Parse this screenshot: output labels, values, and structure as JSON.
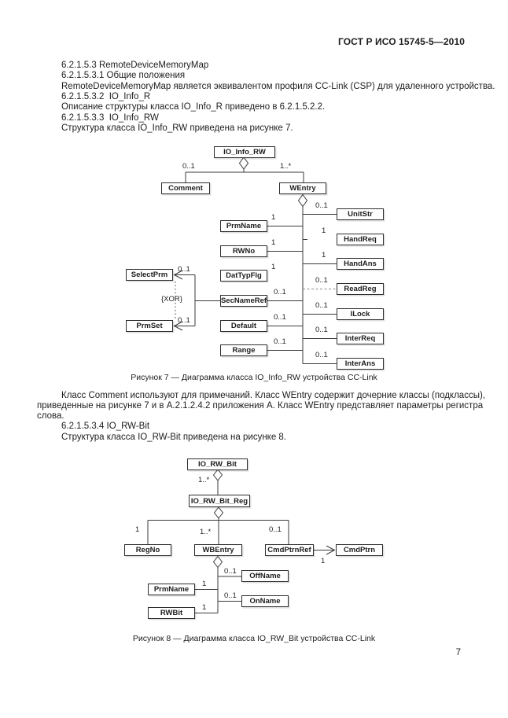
{
  "header": {
    "title": "ГОСТ Р ИСО 15745-5—2010"
  },
  "footer": {
    "page_number": "7"
  },
  "body": {
    "block1": [
      "6.2.1.5.3 RemoteDeviceMemoryMap",
      "6.2.1.5.3.1 Общие положения",
      "RemoteDeviceMemoryMap является эквивалентом профиля CC-Link (CSP) для удаленного устройства.",
      "6.2.1.5.3.2  IO_Info_R",
      "Описание структуры класса IO_Info_R приведено в 6.2.1.5.2.2.",
      "6.2.1.5.3.3  IO_Info_RW",
      "Структура класса IO_Info_RW приведена на рисунке 7."
    ],
    "block2": [
      "Класс Comment используют для примечаний. Класс WEntry содержит дочерние классы (подклассы),",
      "приведенные на рисунке 7 и в А.2.1.2.4.2 приложения А. Класс WEntry представляет параметры регистра",
      "слова.",
      "6.2.1.5.3.4 IO_RW-Bit",
      "Структура класса IO_RW-Bit приведена на рисунке 8."
    ]
  },
  "fig7": {
    "type": "uml-class-diagram",
    "caption": "Рисунок 7 — Диаграмма класса IO_Info_RW устройства CC-Link",
    "boxes": {
      "io_info_rw": "IO_Info_RW",
      "comment": "Comment",
      "wentry": "WEntry",
      "prmname": "PrmName",
      "rwno": "RWNo",
      "dattypflg": "DatTypFlg",
      "secnameref": "SecNameRef",
      "default": "Default",
      "range": "Range",
      "selectprm": "SelectPrm",
      "prmset": "PrmSet",
      "unitstr": "UnitStr",
      "handreq": "HandReq",
      "handans": "HandAns",
      "readreg": "ReadReg",
      "ilock": "ILock",
      "interreq": "InterReq",
      "interans": "InterAns"
    },
    "constraint": "{XOR}",
    "mult": {
      "comment": "0..1",
      "wentry": "1..*",
      "prmname": "1",
      "rwno": "1",
      "dattypflg": "1",
      "secnameref": "0..1",
      "default": "0..1",
      "range": "0..1",
      "unitstr": "0..1",
      "handreq": "1",
      "handans": "1",
      "readreg": "0..1",
      "ilock": "0..1",
      "interreq": "0..1",
      "interans": "0..1",
      "selectprm": "0..1",
      "prmset": "0..1"
    },
    "relations": [
      {
        "from": "IO_Info_RW",
        "to": "Comment",
        "kind": "aggregation",
        "mult": "0..1"
      },
      {
        "from": "IO_Info_RW",
        "to": "WEntry",
        "kind": "aggregation",
        "mult": "1..*"
      },
      {
        "from": "WEntry",
        "to": "PrmName",
        "kind": "aggregation",
        "mult": "1"
      },
      {
        "from": "WEntry",
        "to": "RWNo",
        "kind": "aggregation",
        "mult": "1"
      },
      {
        "from": "WEntry",
        "to": "DatTypFlg",
        "kind": "aggregation",
        "mult": "1"
      },
      {
        "from": "WEntry",
        "to": "SecNameRef",
        "kind": "aggregation",
        "mult": "0..1"
      },
      {
        "from": "WEntry",
        "to": "Default",
        "kind": "aggregation",
        "mult": "0..1"
      },
      {
        "from": "WEntry",
        "to": "Range",
        "kind": "aggregation",
        "mult": "0..1"
      },
      {
        "from": "WEntry",
        "to": "UnitStr",
        "kind": "aggregation",
        "mult": "0..1"
      },
      {
        "from": "WEntry",
        "to": "HandReq",
        "kind": "aggregation",
        "mult": "1"
      },
      {
        "from": "WEntry",
        "to": "HandAns",
        "kind": "aggregation",
        "mult": "1"
      },
      {
        "from": "WEntry",
        "to": "ReadReg",
        "kind": "aggregation",
        "mult": "0..1"
      },
      {
        "from": "WEntry",
        "to": "ILock",
        "kind": "aggregation",
        "mult": "0..1"
      },
      {
        "from": "WEntry",
        "to": "InterReq",
        "kind": "aggregation",
        "mult": "0..1"
      },
      {
        "from": "WEntry",
        "to": "InterAns",
        "kind": "aggregation",
        "mult": "0..1"
      },
      {
        "from": "SecNameRef",
        "to": "SelectPrm",
        "kind": "arrow",
        "mult": "0..1",
        "constraint": "{XOR}"
      },
      {
        "from": "SecNameRef",
        "to": "PrmSet",
        "kind": "arrow",
        "mult": "0..1",
        "constraint": "{XOR}"
      }
    ]
  },
  "fig8": {
    "type": "uml-class-diagram",
    "caption": "Рисунок 8 — Диаграмма класса IO_RW_Bit устройства CC-Link",
    "boxes": {
      "io_rw_bit": "IO_RW_Bit",
      "io_rw_bit_reg": "IO_RW_Bit_Reg",
      "regno": "RegNo",
      "wbentry": "WBEntry",
      "cmdptrnref": "CmdPtrnRef",
      "cmdptrn": "CmdPtrn",
      "offname": "OffName",
      "prmname": "PrmName",
      "onname": "OnName",
      "rwbit": "RWBit"
    },
    "mult": {
      "io_rw_bit_reg": "1..*",
      "regno": "1",
      "wbentry": "1..*",
      "cmdptrnref": "0..1",
      "cmdptrn": "1",
      "offname": "0..1",
      "prmname": "1",
      "onname": "0..1",
      "rwbit": "1"
    },
    "relations": [
      {
        "from": "IO_RW_Bit",
        "to": "IO_RW_Bit_Reg",
        "kind": "aggregation",
        "mult": "1..*"
      },
      {
        "from": "IO_RW_Bit_Reg",
        "to": "RegNo",
        "kind": "aggregation",
        "mult": "1"
      },
      {
        "from": "IO_RW_Bit_Reg",
        "to": "WBEntry",
        "kind": "aggregation",
        "mult": "1..*"
      },
      {
        "from": "IO_RW_Bit_Reg",
        "to": "CmdPtrnRef",
        "kind": "aggregation",
        "mult": "0..1"
      },
      {
        "from": "CmdPtrnRef",
        "to": "CmdPtrn",
        "kind": "arrow",
        "mult": "1"
      },
      {
        "from": "WBEntry",
        "to": "OffName",
        "kind": "aggregation",
        "mult": "0..1"
      },
      {
        "from": "WBEntry",
        "to": "PrmName",
        "kind": "aggregation",
        "mult": "1"
      },
      {
        "from": "WBEntry",
        "to": "OnName",
        "kind": "aggregation",
        "mult": "0..1"
      },
      {
        "from": "WBEntry",
        "to": "RWBit",
        "kind": "aggregation",
        "mult": "1"
      }
    ]
  }
}
